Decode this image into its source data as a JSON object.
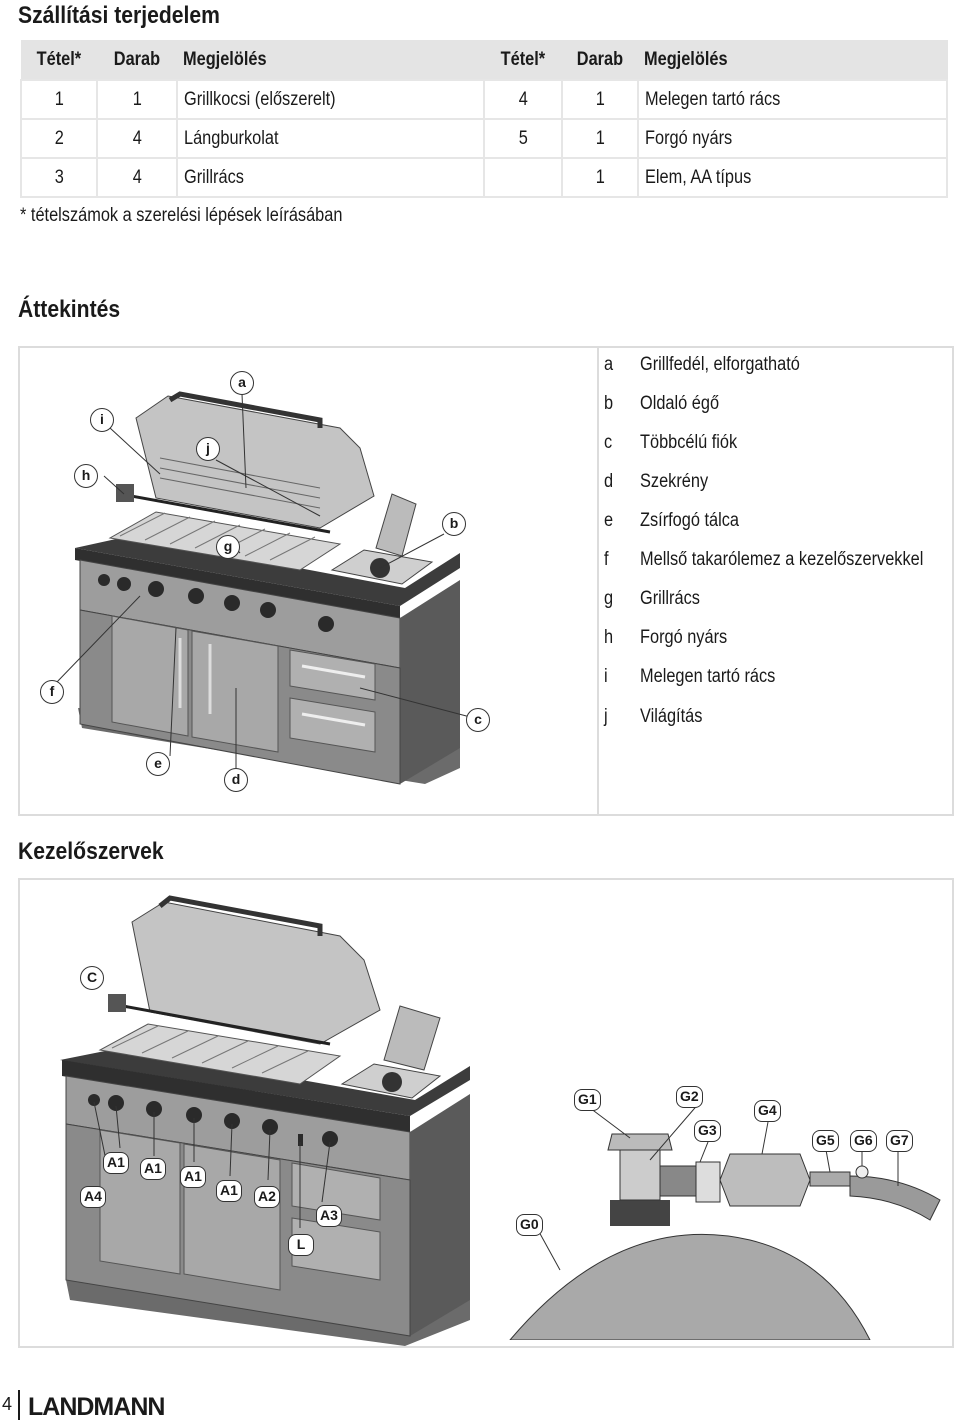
{
  "scope": {
    "title": "Szállítási terjedelem",
    "headers": [
      "Tétel*",
      "Darab",
      "Megjelölés",
      "Tétel*",
      "Darab",
      "Megjelölés"
    ],
    "rows": [
      [
        "1",
        "1",
        "Grillkocsi (előszerelt)",
        "4",
        "1",
        "Melegen tartó rács"
      ],
      [
        "2",
        "4",
        "Lángburkolat",
        "5",
        "1",
        "Forgó nyárs"
      ],
      [
        "3",
        "4",
        "Grillrács",
        "",
        "1",
        "Elem, AA típus"
      ]
    ],
    "note": "* tételszámok a szerelési lépések leírásában"
  },
  "overview": {
    "title": "Áttekintés",
    "callouts": [
      "a",
      "b",
      "c",
      "d",
      "e",
      "f",
      "g",
      "h",
      "i",
      "j"
    ],
    "legend": [
      {
        "key": "a",
        "label": "Grillfedél, elforgatható"
      },
      {
        "key": "b",
        "label": "Oldaló égő"
      },
      {
        "key": "c",
        "label": "Többcélú fiók"
      },
      {
        "key": "d",
        "label": "Szekrény"
      },
      {
        "key": "e",
        "label": "Zsírfogó tálca"
      },
      {
        "key": "f",
        "label": "Mellső takarólemez a kezelőszervekkel"
      },
      {
        "key": "g",
        "label": "Grillrács"
      },
      {
        "key": "h",
        "label": "Forgó nyárs"
      },
      {
        "key": "i",
        "label": "Melegen tartó rács"
      },
      {
        "key": "j",
        "label": "Világítás"
      }
    ]
  },
  "controls": {
    "title": "Kezelőszervek",
    "grill_labels": [
      "C",
      "A1",
      "A1",
      "A1",
      "A1",
      "A4",
      "A2",
      "A3",
      "L"
    ],
    "regulator_labels": [
      "G0",
      "G1",
      "G2",
      "G3",
      "G4",
      "G5",
      "G6",
      "G7"
    ]
  },
  "footer": {
    "page_number": "4",
    "brand": "LANDMANN"
  }
}
